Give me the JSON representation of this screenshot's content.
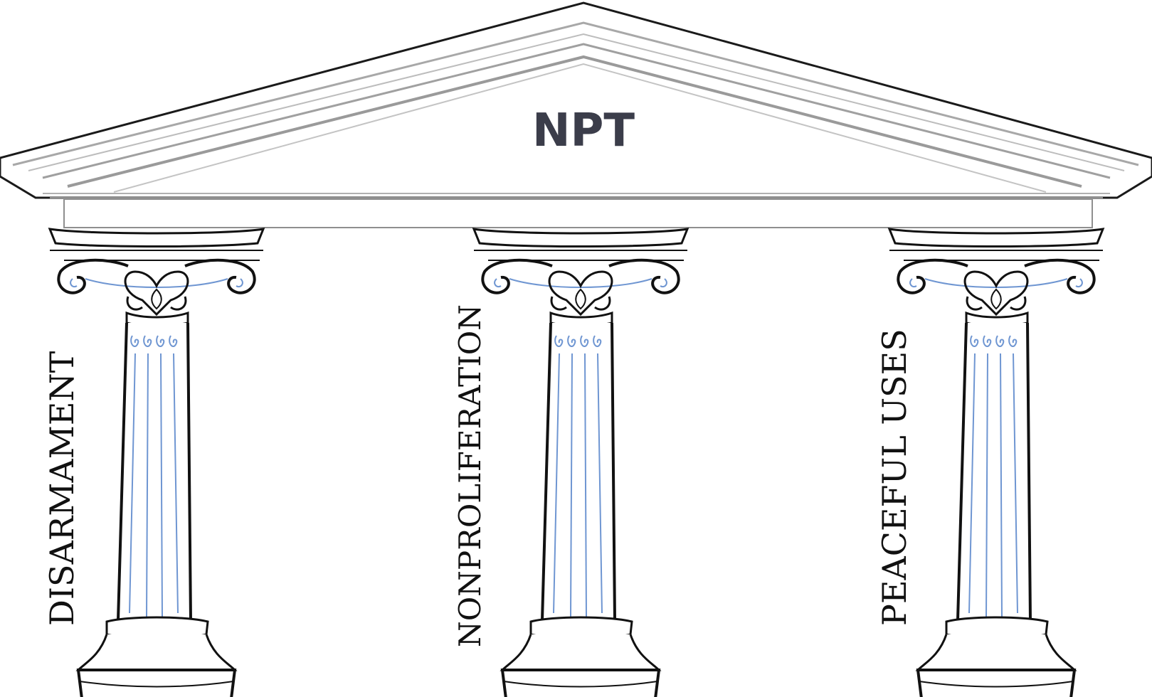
{
  "pediment": {
    "title": "NPT",
    "title_color": "#3b3d4a"
  },
  "pillars": [
    {
      "label": "DISARMAMENT"
    },
    {
      "label": "NONPROLIFERATION"
    },
    {
      "label": "PEACEFUL USES"
    }
  ],
  "colors": {
    "outline": "#111111",
    "molding": "#9a9a9a",
    "flute": "#6f96d2",
    "background": "#ffffff"
  }
}
